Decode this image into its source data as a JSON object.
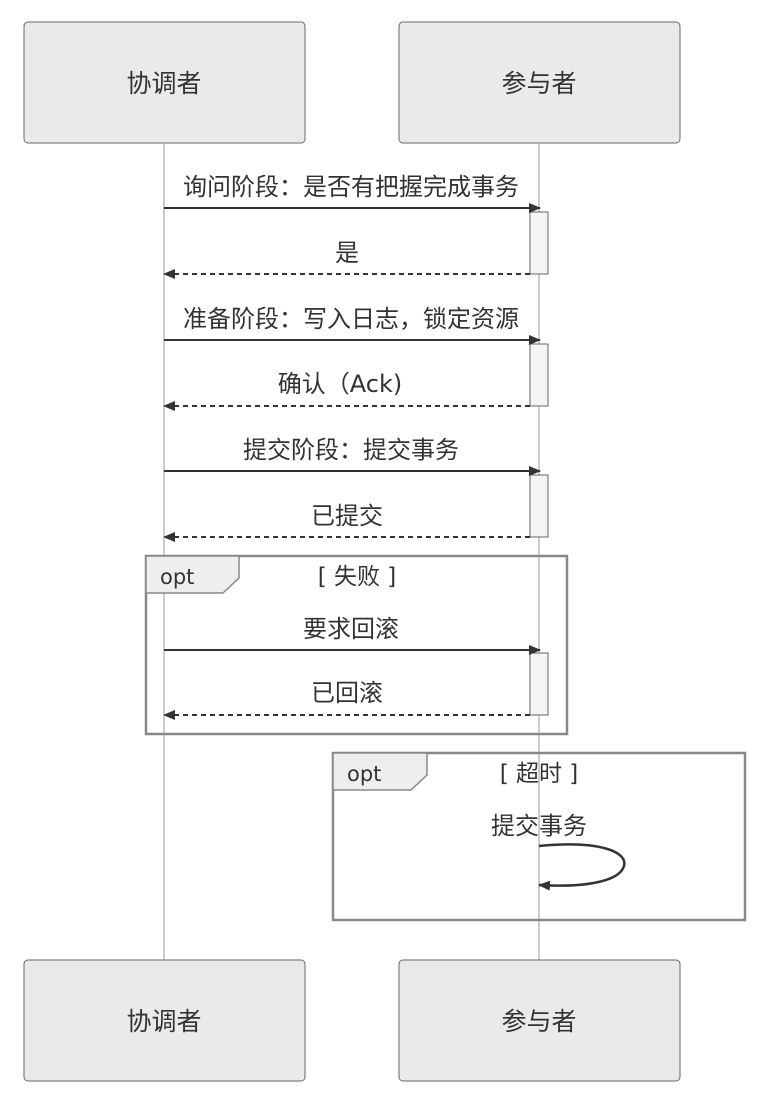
{
  "participants": [
    {
      "id": "coordinator",
      "name": "协调者"
    },
    {
      "id": "participant",
      "name": "参与者"
    }
  ],
  "messages": [
    {
      "label": "询问阶段：是否有把握完成事务",
      "kind": "request"
    },
    {
      "label": "是",
      "kind": "reply"
    },
    {
      "label": "准备阶段：写入日志，锁定资源",
      "kind": "request"
    },
    {
      "label": "确认（Ack)",
      "kind": "reply"
    },
    {
      "label": "提交阶段：提交事务",
      "kind": "request"
    },
    {
      "label": "已提交",
      "kind": "reply"
    },
    {
      "label": "要求回滚",
      "kind": "request"
    },
    {
      "label": "已回滚",
      "kind": "reply"
    },
    {
      "label": "提交事务",
      "kind": "self"
    }
  ],
  "frames": [
    {
      "keyword": "opt",
      "condition": "[ 失败 ]"
    },
    {
      "keyword": "opt",
      "condition": "[ 超时 ]"
    }
  ]
}
